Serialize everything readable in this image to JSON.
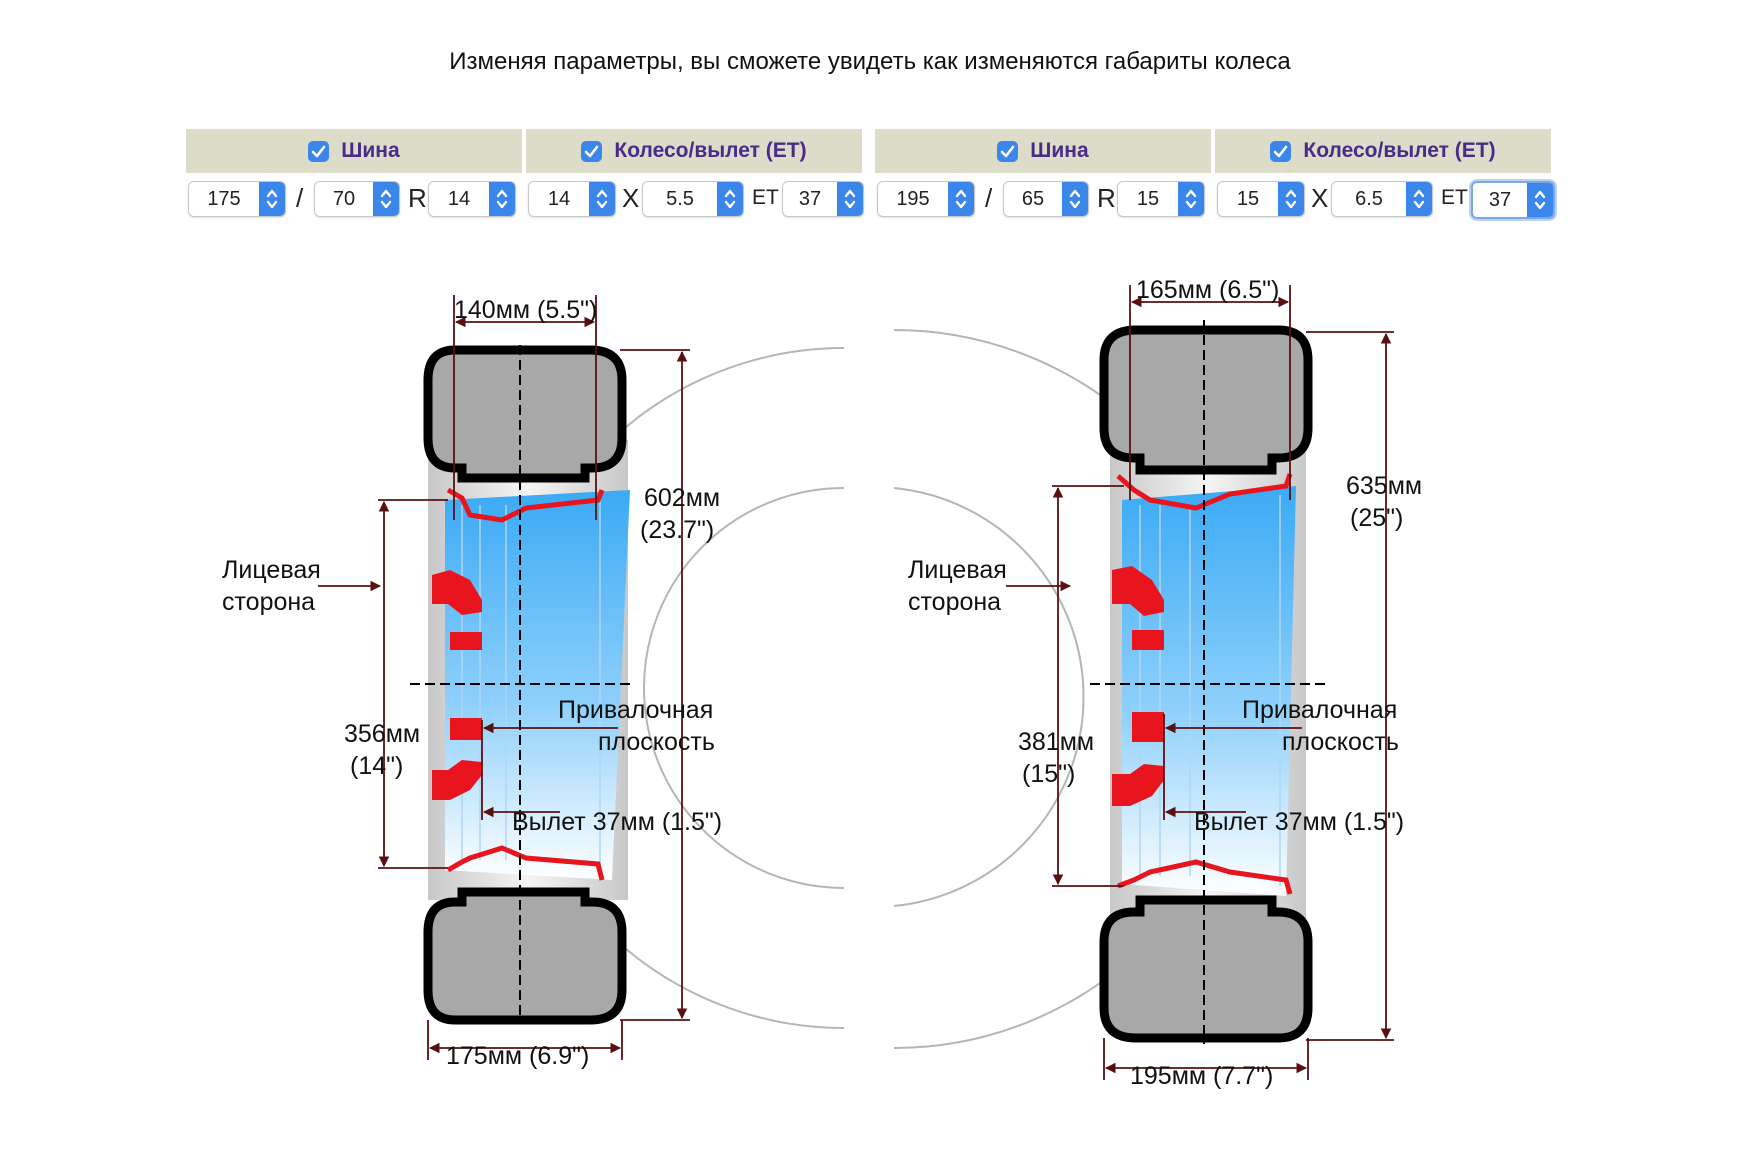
{
  "intro": "Изменяя параметры, вы сможете увидеть как изменяются габариты колеса",
  "panels": [
    {
      "tire_header": "Шина",
      "rim_header": "Колесо/вылет (ET)",
      "tire_width": "175",
      "tire_profile": "70",
      "tire_diameter": "14",
      "rim_diameter": "14",
      "rim_width": "5.5",
      "rim_et": "37",
      "sep_slash": "/",
      "sep_r": "R",
      "sep_x": "X",
      "sep_et": "ET"
    },
    {
      "tire_header": "Шина",
      "rim_header": "Колесо/вылет (ET)",
      "tire_width": "195",
      "tire_profile": "65",
      "tire_diameter": "15",
      "rim_diameter": "15",
      "rim_width": "6.5",
      "rim_et": "37",
      "sep_slash": "/",
      "sep_r": "R",
      "sep_x": "X",
      "sep_et": "ET"
    }
  ],
  "diagrams": [
    {
      "rim_width_label": "140мм (5.5\")",
      "outer_diameter_label_1": "602мм",
      "outer_diameter_label_2": "(23.7\")",
      "face_label_1": "Лицевая",
      "face_label_2": "сторона",
      "rim_diameter_label_1": "356мм",
      "rim_diameter_label_2": "(14\")",
      "mount_label_1": "Привалочная",
      "mount_label_2": "плоскость",
      "offset_label": "Вылет 37мм (1.5\")",
      "tire_width_label": "175мм (6.9\")"
    },
    {
      "rim_width_label": "165мм (6.5\")",
      "outer_diameter_label_1": "635мм",
      "outer_diameter_label_2": "(25\")",
      "face_label_1": "Лицевая",
      "face_label_2": "сторона",
      "rim_diameter_label_1": "381мм",
      "rim_diameter_label_2": "(15\")",
      "mount_label_1": "Привалочная",
      "mount_label_2": "плоскость",
      "offset_label": "Вылет 37мм (1.5\")",
      "tire_width_label": "195мм (7.7\")"
    }
  ],
  "colors": {
    "header_bg": "#dcdcc8",
    "header_text": "#4a2a8a",
    "control_accent": "#3b86ea",
    "rim_red": "#e8141e",
    "tire_gray": "#a9a9a9",
    "dimension_line": "#5a1010"
  }
}
